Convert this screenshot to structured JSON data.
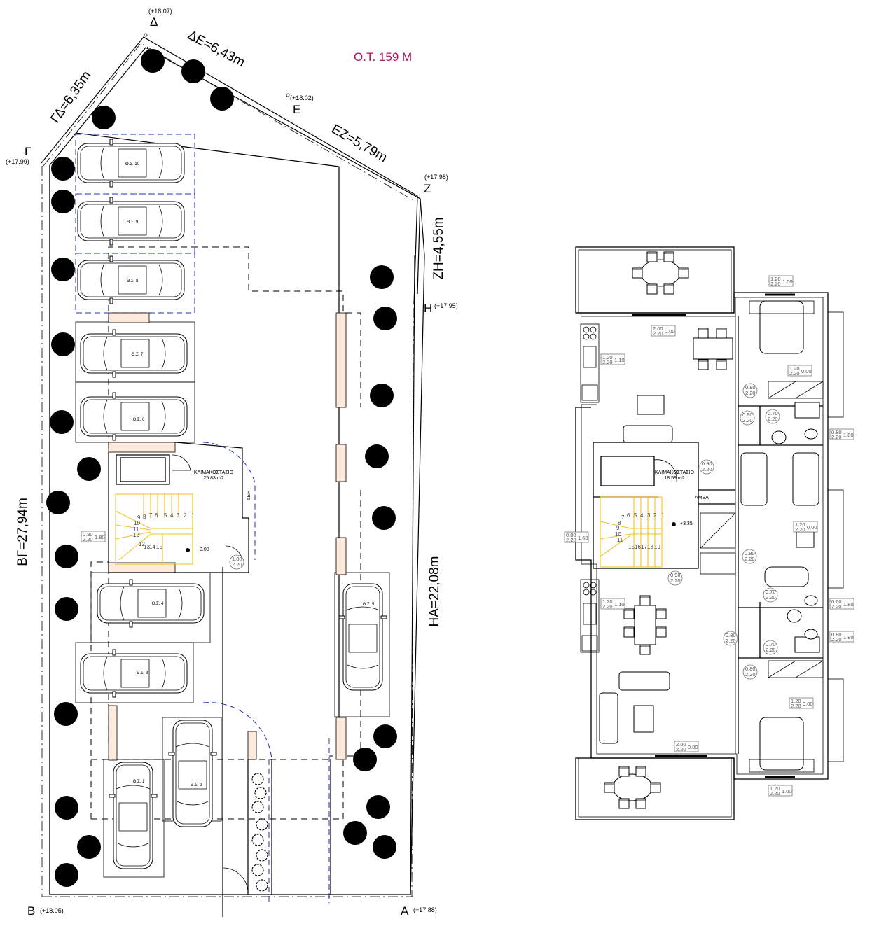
{
  "site_plan": {
    "block_label": "Ο.Τ. 159 Μ",
    "block_color": "#b0155f",
    "points": [
      {
        "name": "Α",
        "elevation": "(+17.88)"
      },
      {
        "name": "Β",
        "elevation": "(+18.05)"
      },
      {
        "name": "Γ",
        "elevation": "(+17.99)"
      },
      {
        "name": "Δ",
        "elevation": "(+18.07)"
      },
      {
        "name": "Ε",
        "elevation": "(+18.02)"
      },
      {
        "name": "Ζ",
        "elevation": "(+17.98)"
      },
      {
        "name": "Η",
        "elevation": "(+17.95)"
      }
    ],
    "sides": {
      "gd": "ΓΔ=6,35m",
      "de": "ΔΕ=6,43m",
      "ez": "ΕΖ=5,79m",
      "zh": "ΖΗ=4,55m",
      "bg": "ΒΓ=27,94m",
      "ha": "ΗΑ=22,08m"
    },
    "parking_spots": [
      "Θ.Σ. 1",
      "Θ.Σ. 2",
      "Θ.Σ. 3",
      "Θ.Σ. 4",
      "Θ.Σ. 5",
      "Θ.Σ. 6",
      "Θ.Σ. 7",
      "Θ.Σ. 8",
      "Θ.Σ. 9",
      "Θ.Σ. 10"
    ],
    "stairwell": {
      "label": "ΚΛΙΜΑΚΟΣΤΑΣΙΟ",
      "area": "25.83 m2",
      "level": "0.00"
    },
    "dei_label": "ΔΕΗ",
    "stair_numbers": [
      "1",
      "2",
      "3",
      "4",
      "5",
      "6",
      "7",
      "8",
      "9",
      "10",
      "11",
      "12",
      "12",
      "13",
      "14",
      "15"
    ],
    "window_label": {
      "w": "0.80",
      "h": "2.20",
      "sill": "1.80"
    },
    "door_label": {
      "w": "1.00",
      "h": "2.20"
    },
    "pillar_color": "#fdeadd",
    "stair_color": "#f2c12e"
  },
  "floor_plan": {
    "stairwell": {
      "label": "ΚΛΙΜΑΚΟΣΤΑΣΙΟ",
      "area": "18.59 m2",
      "level": "+3.35"
    },
    "amea_label": "ΑΜΕΑ",
    "stair_numbers": [
      "1",
      "2",
      "3",
      "4",
      "5",
      "6",
      "7",
      "8",
      "9",
      "10",
      "11",
      "15",
      "16",
      "17",
      "18",
      "19"
    ],
    "windows": [
      {
        "w": "1.20",
        "h": "2.20",
        "sill": "1.00"
      },
      {
        "w": "2.00",
        "h": "2.20",
        "sill": "0.00"
      },
      {
        "w": "1.20",
        "h": "2.20",
        "sill": "1.10"
      },
      {
        "w": "1.20",
        "h": "2.20",
        "sill": "0.00"
      },
      {
        "w": "0.80",
        "h": "2.20",
        "sill": "1.80"
      },
      {
        "w": "0.80",
        "h": "2.20",
        "sill": "1.60"
      },
      {
        "w": "1.20",
        "h": "2.20",
        "sill": "0.00"
      },
      {
        "w": "1.20",
        "h": "2.20",
        "sill": "1.10"
      },
      {
        "w": "0.60",
        "h": "2.20",
        "sill": "1.80"
      },
      {
        "w": "0.80",
        "h": "2.20",
        "sill": "1.80"
      },
      {
        "w": "1.20",
        "h": "2.20",
        "sill": "0.00"
      },
      {
        "w": "2.00",
        "h": "2.20",
        "sill": "0.00"
      },
      {
        "w": "1.20",
        "h": "2.20",
        "sill": "1.00"
      }
    ],
    "doors": [
      {
        "w": "0.80",
        "h": "2.20"
      },
      {
        "w": "0.80",
        "h": "2.20"
      },
      {
        "w": "0.70",
        "h": "2.20"
      },
      {
        "w": "0.90",
        "h": "2.20"
      },
      {
        "w": "0.80",
        "h": "2.20"
      },
      {
        "w": "0.90",
        "h": "2.20"
      },
      {
        "w": "0.70",
        "h": "2.20"
      },
      {
        "w": "0.80",
        "h": "2.20"
      },
      {
        "w": "0.70",
        "h": "2.20"
      },
      {
        "w": "0.80",
        "h": "2.20"
      }
    ]
  }
}
